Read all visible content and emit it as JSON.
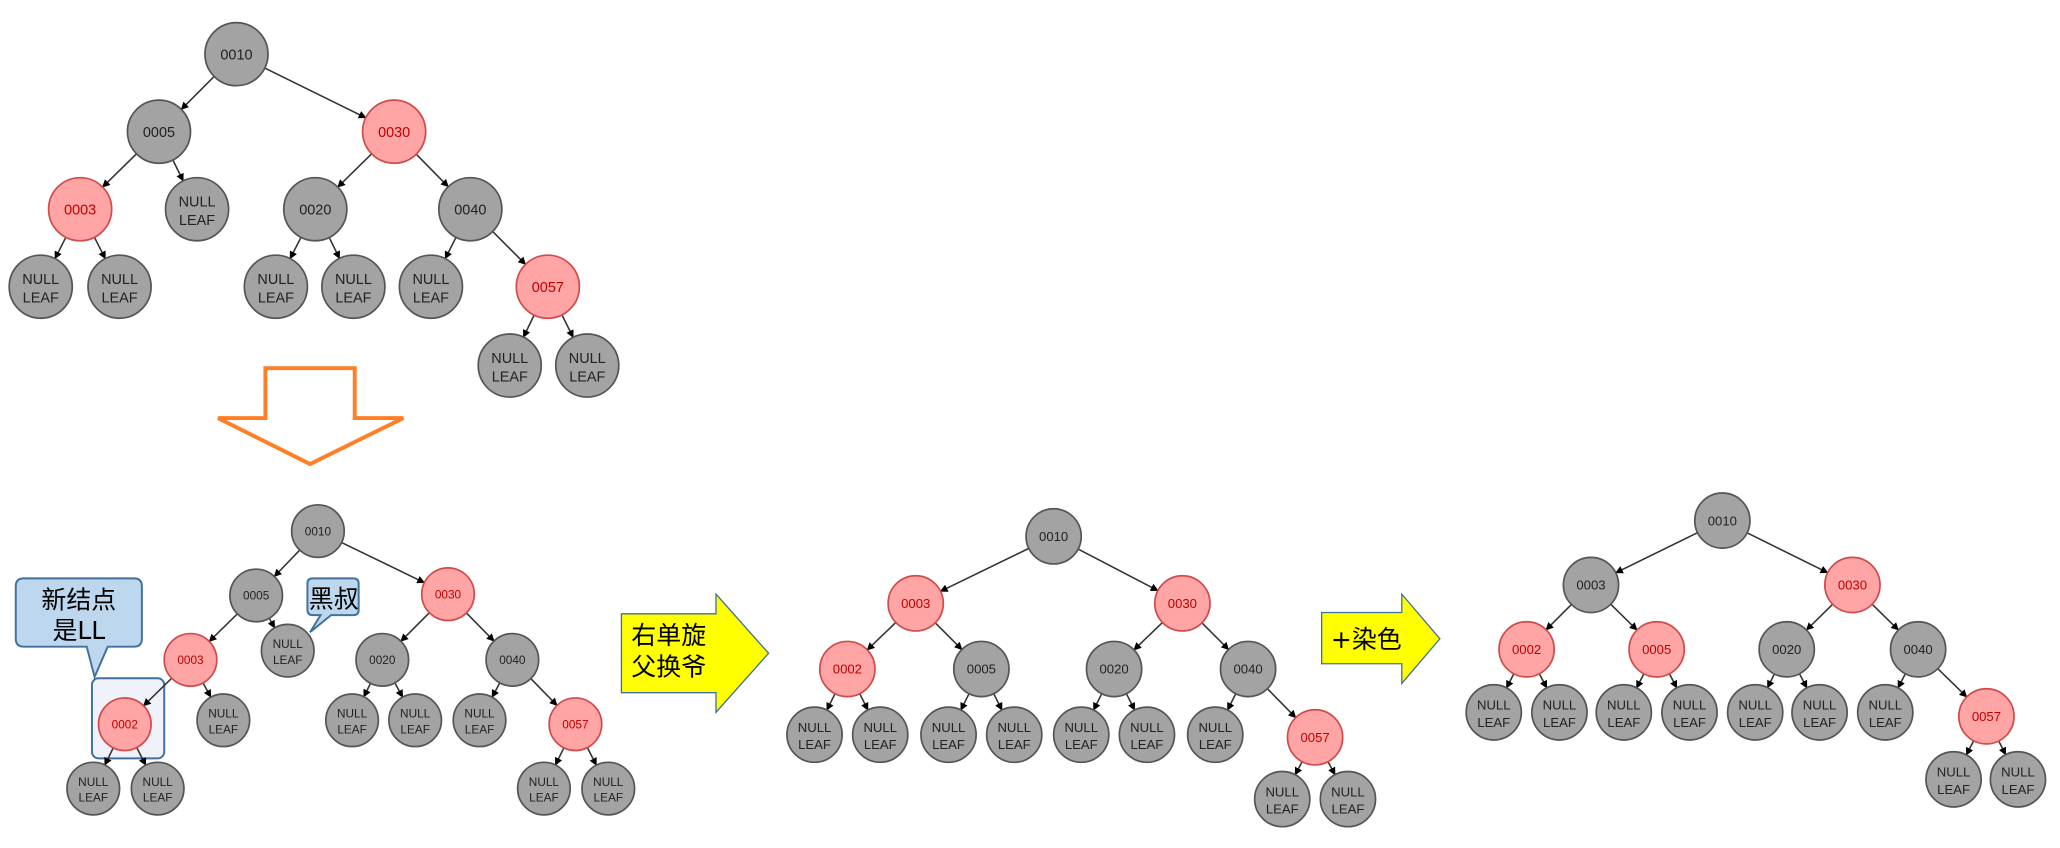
{
  "colors": {
    "black_fill": "#a3a3a3",
    "black_stroke": "#555555",
    "black_text": "#222222",
    "red_fill": "#ffa5a5",
    "red_stroke": "#d24a4a",
    "red_text": "#c00000",
    "orange": "#ff7f27",
    "yellow": "#ffff00",
    "callout_fill": "#bdd7ee",
    "callout_stroke": "#41719c"
  },
  "null_label": [
    "NULL",
    "LEAF"
  ],
  "trees": [
    {
      "name": "before-insert",
      "nodes": [
        [
          "0010",
          0,
          -1
        ],
        [
          "0005",
          0,
          0
        ],
        [
          "0030",
          1,
          0
        ],
        [
          "0003",
          1,
          1
        ],
        [
          "NULL",
          0,
          1
        ],
        [
          "0020",
          0,
          2
        ],
        [
          "0040",
          0,
          2
        ],
        [
          "NULL",
          0,
          3
        ],
        [
          "NULL",
          0,
          3
        ],
        [
          "NULL",
          0,
          5
        ],
        [
          "NULL",
          0,
          5
        ],
        [
          "NULL",
          0,
          6
        ],
        [
          "0057",
          1,
          6
        ],
        [
          "NULL",
          0,
          12
        ],
        [
          "NULL",
          0,
          12
        ]
      ]
    },
    {
      "name": "after-insert",
      "nodes": [
        [
          "0010",
          0,
          -1
        ],
        [
          "0005",
          0,
          0
        ],
        [
          "0030",
          1,
          0
        ],
        [
          "0003",
          1,
          1
        ],
        [
          "NULL",
          0,
          1
        ],
        [
          "0020",
          0,
          2
        ],
        [
          "0040",
          0,
          2
        ],
        [
          "0002",
          1,
          3
        ],
        [
          "NULL",
          0,
          3
        ],
        [
          "NULL",
          0,
          5
        ],
        [
          "NULL",
          0,
          5
        ],
        [
          "NULL",
          0,
          6
        ],
        [
          "0057",
          1,
          6
        ],
        [
          "NULL",
          0,
          7
        ],
        [
          "NULL",
          0,
          7
        ],
        [
          "NULL",
          0,
          12
        ],
        [
          "NULL",
          0,
          12
        ]
      ]
    },
    {
      "name": "after-rotate",
      "nodes": [
        [
          "0010",
          0,
          -1
        ],
        [
          "0003",
          1,
          0
        ],
        [
          "0030",
          1,
          0
        ],
        [
          "0002",
          1,
          1
        ],
        [
          "0005",
          0,
          1
        ],
        [
          "0020",
          0,
          2
        ],
        [
          "0040",
          0,
          2
        ],
        [
          "NULL",
          0,
          3
        ],
        [
          "NULL",
          0,
          3
        ],
        [
          "NULL",
          0,
          4
        ],
        [
          "NULL",
          0,
          4
        ],
        [
          "NULL",
          0,
          5
        ],
        [
          "NULL",
          0,
          5
        ],
        [
          "NULL",
          0,
          6
        ],
        [
          "0057",
          1,
          6
        ],
        [
          "NULL",
          0,
          14
        ],
        [
          "NULL",
          0,
          14
        ]
      ]
    },
    {
      "name": "after-recolor",
      "nodes": [
        [
          "0010",
          0,
          -1
        ],
        [
          "0003",
          0,
          0
        ],
        [
          "0030",
          1,
          0
        ],
        [
          "0002",
          1,
          1
        ],
        [
          "0005",
          1,
          1
        ],
        [
          "0020",
          0,
          2
        ],
        [
          "0040",
          0,
          2
        ],
        [
          "NULL",
          0,
          3
        ],
        [
          "NULL",
          0,
          3
        ],
        [
          "NULL",
          0,
          4
        ],
        [
          "NULL",
          0,
          4
        ],
        [
          "NULL",
          0,
          5
        ],
        [
          "NULL",
          0,
          5
        ],
        [
          "NULL",
          0,
          6
        ],
        [
          "0057",
          1,
          6
        ],
        [
          "NULL",
          0,
          14
        ],
        [
          "NULL",
          0,
          14
        ]
      ]
    }
  ],
  "callouts": {
    "new_node": [
      "新结点",
      "是LL"
    ],
    "black_uncle": "黑叔"
  },
  "arrows": {
    "rotate": [
      "右单旋",
      "父换爷"
    ],
    "recolor": "+染色"
  }
}
